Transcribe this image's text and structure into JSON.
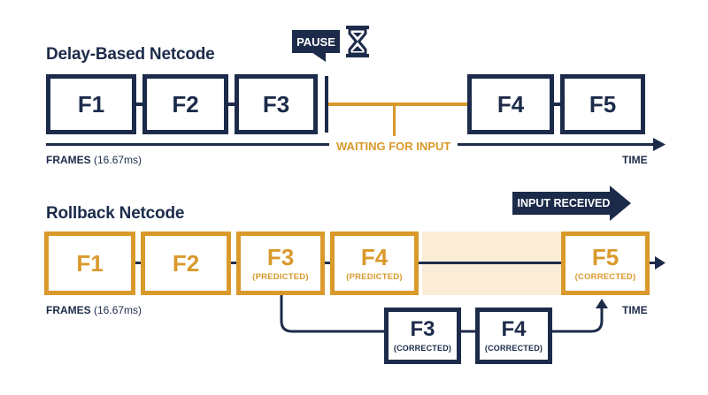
{
  "delay": {
    "title": "Delay-Based Netcode",
    "frames": [
      "F1",
      "F2",
      "F3",
      "F4",
      "F5"
    ],
    "pause_label": "PAUSE",
    "waiting_label": "WAITING FOR INPUT",
    "axis_label": "FRAMES",
    "axis_unit": "(16.67ms)",
    "time_label": "TIME"
  },
  "rollback": {
    "title": "Rollback Netcode",
    "frames": [
      {
        "label": "F1",
        "sub": ""
      },
      {
        "label": "F2",
        "sub": ""
      },
      {
        "label": "F3",
        "sub": "(PREDICTED)"
      },
      {
        "label": "F4",
        "sub": "(PREDICTED)"
      },
      {
        "label": "F5",
        "sub": "(CORRECTED)"
      }
    ],
    "corrected_frames": [
      {
        "label": "F3",
        "sub": "(CORRECTED)"
      },
      {
        "label": "F4",
        "sub": "(CORRECTED)"
      }
    ],
    "input_label": "INPUT RECEIVED",
    "axis_label": "FRAMES",
    "axis_unit": "(16.67ms)",
    "time_label": "TIME"
  },
  "colors": {
    "navy": "#1c2b4a",
    "gold": "#d9992b",
    "highlight": "#fbecd8"
  },
  "icons": {
    "pause": "hourglass-icon"
  }
}
